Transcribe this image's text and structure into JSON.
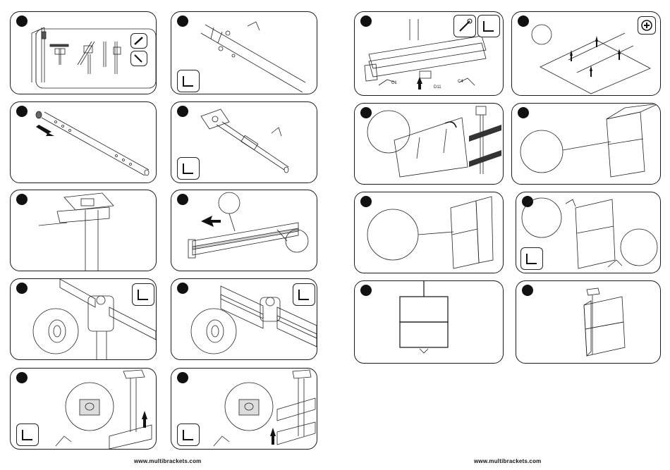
{
  "left_page": {
    "footer": "www.multibrackets.com"
  },
  "right_page": {
    "footer": "www.multibrackets.com"
  },
  "labels": {
    "c1": "C1",
    "c4": "C4",
    "d11": "D11"
  },
  "steps": [
    {
      "id": "step-1",
      "tools": [
        "screwdriver",
        "hex-key"
      ]
    },
    {
      "id": "step-2",
      "tools": [
        "hex-key"
      ]
    },
    {
      "id": "step-3",
      "tools": []
    },
    {
      "id": "step-4",
      "tools": [
        "hex-key"
      ]
    },
    {
      "id": "step-5",
      "tools": []
    },
    {
      "id": "step-6",
      "tools": []
    },
    {
      "id": "step-7",
      "tools": [
        "hex-key"
      ]
    },
    {
      "id": "step-8",
      "tools": [
        "hex-key"
      ]
    },
    {
      "id": "step-9",
      "tools": [
        "hex-key"
      ]
    },
    {
      "id": "step-10",
      "tools": [
        "hex-key"
      ]
    },
    {
      "id": "step-11",
      "tools": [
        "wrench",
        "hex-key"
      ]
    },
    {
      "id": "step-12",
      "tools": [
        "screwdriver"
      ]
    },
    {
      "id": "step-13",
      "tools": []
    },
    {
      "id": "step-14",
      "tools": []
    },
    {
      "id": "step-15",
      "tools": []
    },
    {
      "id": "step-16",
      "tools": [
        "hex-key"
      ]
    },
    {
      "id": "step-17",
      "tools": []
    },
    {
      "id": "step-18",
      "tools": []
    }
  ]
}
